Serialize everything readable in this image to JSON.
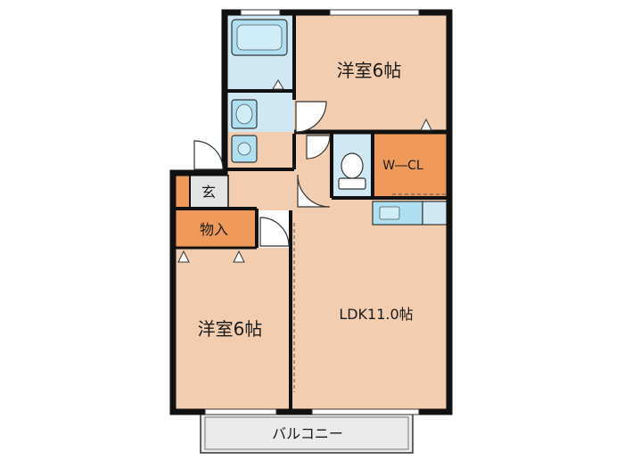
{
  "rooms": {
    "bedroom_north": {
      "label": "洋室6帖"
    },
    "bedroom_south": {
      "label": "洋室6帖"
    },
    "ldk": {
      "label": "LDK11.0帖"
    },
    "walk_in_closet": {
      "label": "W―CL"
    },
    "entrance": {
      "label": "玄"
    },
    "storage": {
      "label": "物入"
    },
    "balcony": {
      "label": "バルコニー"
    }
  },
  "colors": {
    "room_floor": "#f3cdb0",
    "storage_orange": "#ef9a5a",
    "wet_area": "#cfe8f4",
    "fixture": "#aee0f2",
    "entrance_tile": "#e4e4e4",
    "wall": "#111111",
    "balcony": "#ebebeb"
  }
}
